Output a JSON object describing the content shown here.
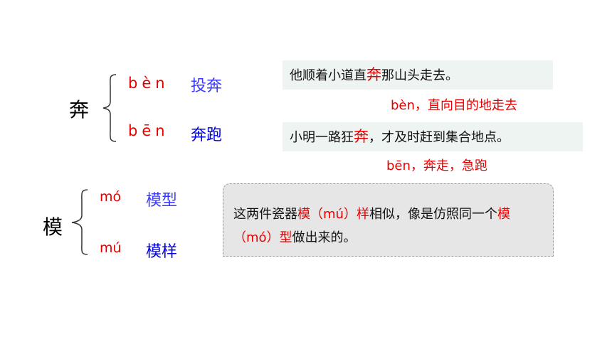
{
  "entry1": {
    "char": "奔",
    "reading1": {
      "pinyin": "bèn",
      "word": "投奔",
      "sentence_before": "他顺着小道直",
      "sentence_char": "奔",
      "sentence_after": "那山头走去。",
      "meaning": "bèn，直向目的地走去"
    },
    "reading2": {
      "pinyin": "bēn",
      "word": "奔跑",
      "sentence_before": "小明一路狂",
      "sentence_char": "奔",
      "sentence_after": "，才及时赶到集合地点。",
      "meaning": "bēn，奔走，急跑"
    }
  },
  "entry2": {
    "char": "模",
    "reading1": {
      "pinyin": "mó",
      "word": "模型"
    },
    "reading2": {
      "pinyin": "mú",
      "word": "模样"
    },
    "example": {
      "p1": "这两件瓷器",
      "r1": "模（mú）样",
      "p2": "相似，像是仿照同一个",
      "r2": "模（mó）型",
      "p3": "做出来的。"
    }
  },
  "colors": {
    "pinyin_red": "#e60000",
    "word_blue": "#0000e6",
    "word_blue_light": "#3a3aff",
    "sentence_bg": "#eef4f2",
    "box_bg": "#e6e6e6"
  }
}
